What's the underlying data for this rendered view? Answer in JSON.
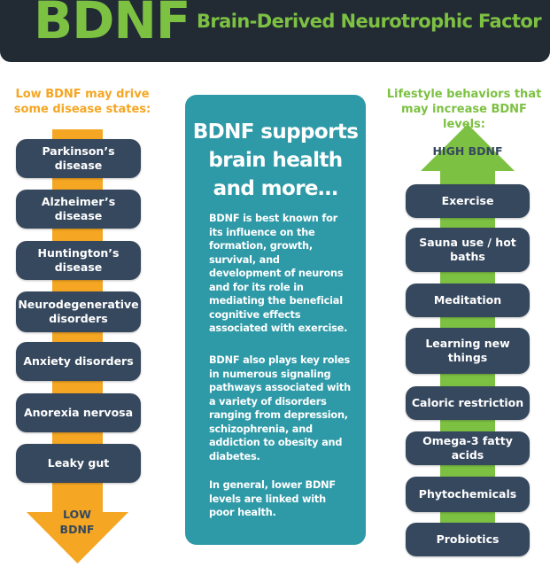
{
  "header": {
    "acronym": "BDNF",
    "title": "Brain-Derived Neurotrophic Factor"
  },
  "left": {
    "heading": "Low BDNF may drive some disease states:",
    "arrow_label": "LOW BDNF",
    "items": [
      "Parkinson’s disease",
      "Alzheimer’s disease",
      "Huntington’s disease",
      "Neurodegenerative disorders",
      "Anxiety disorders",
      "Anorexia nervosa",
      "Leaky gut"
    ]
  },
  "center": {
    "title": "BDNF supports brain health and more…",
    "paragraphs": [
      "BDNF is best known for its influence on the formation, growth, survival, and development of neurons and for its role in mediating the beneficial cognitive effects associated with exercise.",
      "BDNF also plays key roles in numerous signaling pathways associated with a variety of disorders ranging from depression, schizophrenia, and addiction to obesity and diabetes.",
      "In general, lower BDNF levels are linked with poor health."
    ]
  },
  "right": {
    "heading": "Lifestyle behaviors that may increase BDNF levels:",
    "arrow_label": "HIGH BDNF",
    "items": [
      "Exercise",
      "Sauna use / hot baths",
      "Meditation",
      "Learning new things",
      "Caloric restriction",
      "Omega-3 fatty acids",
      "Phytochemicals",
      "Probiotics"
    ]
  },
  "colors": {
    "header_bg": "#222b34",
    "green": "#7dc143",
    "orange": "#f5a623",
    "teal": "#2e9aa7",
    "navy": "#36485e"
  }
}
